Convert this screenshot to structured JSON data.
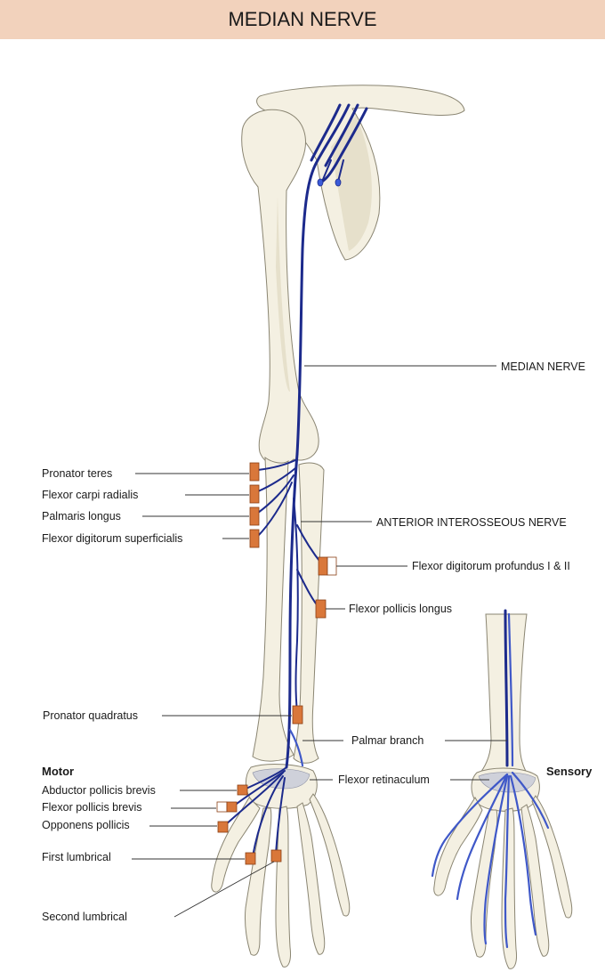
{
  "title": "MEDIAN NERVE",
  "labels": {
    "median_nerve": "MEDIAN NERVE",
    "anterior_interosseous": "ANTERIOR INTEROSSEOUS NERVE",
    "pronator_teres": "Pronator teres",
    "flexor_carpi_radialis": "Flexor carpi radialis",
    "palmaris_longus": "Palmaris longus",
    "flexor_digitorum_superficialis": "Flexor digitorum superficialis",
    "flexor_digitorum_profundus": "Flexor digitorum profundus I & II",
    "flexor_pollicis_longus": "Flexor pollicis longus",
    "pronator_quadratus": "Pronator quadratus",
    "palmar_branch": "Palmar branch",
    "flexor_retinaculum": "Flexor retinaculum",
    "motor": "Motor",
    "sensory": "Sensory",
    "abductor_pollicis_brevis": "Abductor pollicis brevis",
    "flexor_pollicis_brevis": "Flexor pollicis brevis",
    "opponens_pollicis": "Opponens pollicis",
    "first_lumbrical": "First lumbrical",
    "second_lumbrical": "Second lumbrical"
  },
  "colors": {
    "header_bg": "#f2d2bc",
    "nerve": "#1c2a8c",
    "sensory_nerve": "#3f58c8",
    "muscle_marker": "#d9773a",
    "bone": "#f4f0e2"
  }
}
